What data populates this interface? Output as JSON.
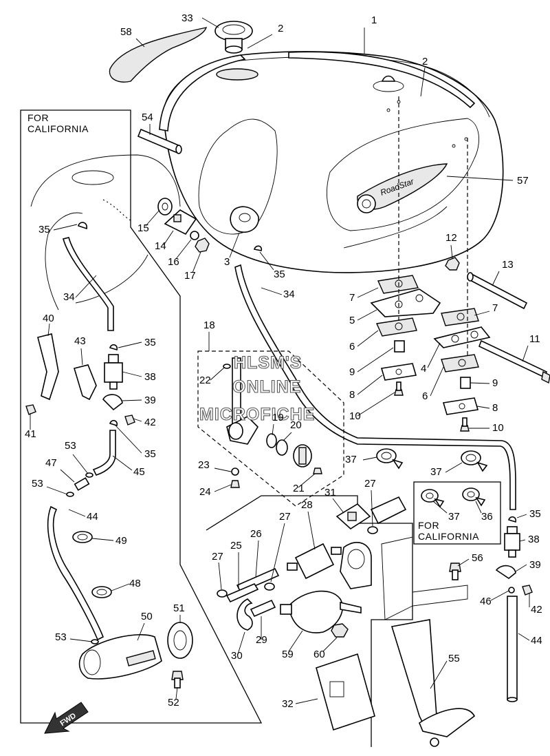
{
  "callouts": [
    {
      "id": "c1",
      "text": "1"
    },
    {
      "id": "c2a",
      "text": "2"
    },
    {
      "id": "c2b",
      "text": "2"
    },
    {
      "id": "c3",
      "text": "3"
    },
    {
      "id": "c4",
      "text": "4"
    },
    {
      "id": "c5",
      "text": "5"
    },
    {
      "id": "c6a",
      "text": "6"
    },
    {
      "id": "c6b",
      "text": "6"
    },
    {
      "id": "c7a",
      "text": "7"
    },
    {
      "id": "c7b",
      "text": "7"
    },
    {
      "id": "c8a",
      "text": "8"
    },
    {
      "id": "c8b",
      "text": "8"
    },
    {
      "id": "c9a",
      "text": "9"
    },
    {
      "id": "c9b",
      "text": "9"
    },
    {
      "id": "c10a",
      "text": "10"
    },
    {
      "id": "c10b",
      "text": "10"
    },
    {
      "id": "c11",
      "text": "11"
    },
    {
      "id": "c12",
      "text": "12"
    },
    {
      "id": "c13",
      "text": "13"
    },
    {
      "id": "c14",
      "text": "14"
    },
    {
      "id": "c15",
      "text": "15"
    },
    {
      "id": "c16",
      "text": "16"
    },
    {
      "id": "c17",
      "text": "17"
    },
    {
      "id": "c18",
      "text": "18"
    },
    {
      "id": "c19",
      "text": "19"
    },
    {
      "id": "c20",
      "text": "20"
    },
    {
      "id": "c21",
      "text": "21"
    },
    {
      "id": "c22",
      "text": "22"
    },
    {
      "id": "c23",
      "text": "23"
    },
    {
      "id": "c24",
      "text": "24"
    },
    {
      "id": "c25",
      "text": "25"
    },
    {
      "id": "c26",
      "text": "26"
    },
    {
      "id": "c27a",
      "text": "27"
    },
    {
      "id": "c27b",
      "text": "27"
    },
    {
      "id": "c27c",
      "text": "27"
    },
    {
      "id": "c28",
      "text": "28"
    },
    {
      "id": "c29",
      "text": "29"
    },
    {
      "id": "c30",
      "text": "30"
    },
    {
      "id": "c31",
      "text": "31"
    },
    {
      "id": "c32",
      "text": "32"
    },
    {
      "id": "c33",
      "text": "33"
    },
    {
      "id": "c34a",
      "text": "34"
    },
    {
      "id": "c34b",
      "text": "34"
    },
    {
      "id": "c35a",
      "text": "35"
    },
    {
      "id": "c35b",
      "text": "35"
    },
    {
      "id": "c35c",
      "text": "35"
    },
    {
      "id": "c35d",
      "text": "35"
    },
    {
      "id": "c35e",
      "text": "35"
    },
    {
      "id": "c36",
      "text": "36"
    },
    {
      "id": "c37a",
      "text": "37"
    },
    {
      "id": "c37b",
      "text": "37"
    },
    {
      "id": "c37c",
      "text": "37"
    },
    {
      "id": "c38a",
      "text": "38"
    },
    {
      "id": "c38b",
      "text": "38"
    },
    {
      "id": "c39a",
      "text": "39"
    },
    {
      "id": "c39b",
      "text": "39"
    },
    {
      "id": "c40",
      "text": "40"
    },
    {
      "id": "c41",
      "text": "41"
    },
    {
      "id": "c42a",
      "text": "42"
    },
    {
      "id": "c42b",
      "text": "42"
    },
    {
      "id": "c43",
      "text": "43"
    },
    {
      "id": "c44a",
      "text": "44"
    },
    {
      "id": "c44b",
      "text": "44"
    },
    {
      "id": "c45",
      "text": "45"
    },
    {
      "id": "c46",
      "text": "46"
    },
    {
      "id": "c47",
      "text": "47"
    },
    {
      "id": "c48",
      "text": "48"
    },
    {
      "id": "c49",
      "text": "49"
    },
    {
      "id": "c50",
      "text": "50"
    },
    {
      "id": "c51",
      "text": "51"
    },
    {
      "id": "c52",
      "text": "52"
    },
    {
      "id": "c53a",
      "text": "53"
    },
    {
      "id": "c53b",
      "text": "53"
    },
    {
      "id": "c53c",
      "text": "53"
    },
    {
      "id": "c54",
      "text": "54"
    },
    {
      "id": "c55",
      "text": "55"
    },
    {
      "id": "c56",
      "text": "56"
    },
    {
      "id": "c57",
      "text": "57"
    },
    {
      "id": "c58",
      "text": "58"
    },
    {
      "id": "c59",
      "text": "59"
    },
    {
      "id": "c60",
      "text": "60"
    }
  ],
  "california_panel": {
    "line1": "FOR",
    "line2": "CALIFORNIA"
  },
  "california_box": {
    "line1": "FOR",
    "line2": "CALIFORNIA"
  },
  "watermark": {
    "line1": "HLSM'S",
    "line2": "ONLINE",
    "line3": "MICROFICHE"
  },
  "fwd_arrow": {
    "text": "FWD"
  },
  "tank_emblem": {
    "text": "RoadStar"
  }
}
